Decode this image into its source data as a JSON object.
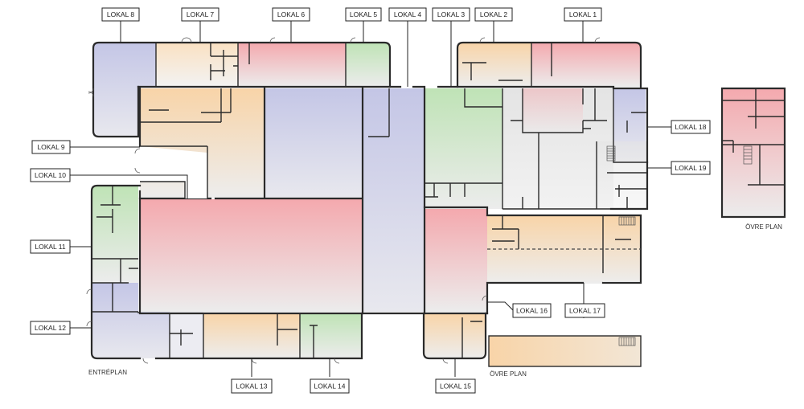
{
  "floors": {
    "entry": "ENTRÉPLAN",
    "upper_right": "ÖVRE PLAN",
    "upper_bottom": "ÖVRE PLAN"
  },
  "units": [
    {
      "id": "lokal-1",
      "label": "LOKAL 1",
      "color": "red"
    },
    {
      "id": "lokal-2",
      "label": "LOKAL 2",
      "color": "orange"
    },
    {
      "id": "lokal-3",
      "label": "LOKAL 3",
      "color": "green"
    },
    {
      "id": "lokal-4",
      "label": "LOKAL 4",
      "color": "blue"
    },
    {
      "id": "lokal-5",
      "label": "LOKAL 5",
      "color": "green"
    },
    {
      "id": "lokal-6",
      "label": "LOKAL 6",
      "color": "red"
    },
    {
      "id": "lokal-7",
      "label": "LOKAL 7",
      "color": "orange"
    },
    {
      "id": "lokal-8",
      "label": "LOKAL 8",
      "color": "blue"
    },
    {
      "id": "lokal-9",
      "label": "LOKAL 9",
      "color": "orange"
    },
    {
      "id": "lokal-10",
      "label": "LOKAL 10",
      "color": "red"
    },
    {
      "id": "lokal-11",
      "label": "LOKAL 11",
      "color": "green"
    },
    {
      "id": "lokal-12",
      "label": "LOKAL 12",
      "color": "blue"
    },
    {
      "id": "lokal-13",
      "label": "LOKAL 13",
      "color": "orange"
    },
    {
      "id": "lokal-14",
      "label": "LOKAL 14",
      "color": "green"
    },
    {
      "id": "lokal-15",
      "label": "LOKAL 15",
      "color": "orange"
    },
    {
      "id": "lokal-16",
      "label": "LOKAL 16",
      "color": "orange"
    },
    {
      "id": "lokal-17",
      "label": "LOKAL 17",
      "color": "orange"
    },
    {
      "id": "lokal-18",
      "label": "LOKAL 18",
      "color": "blue"
    },
    {
      "id": "lokal-19",
      "label": "LOKAL 19",
      "color": "gray"
    }
  ],
  "colors": {
    "red": "#f4a9ae",
    "orange": "#f8d4a8",
    "green": "#bfe3b6",
    "blue": "#c4c6e6",
    "gray": "#dcdcdc",
    "fade": "#eeeeee",
    "wall": "#2a2a2a"
  }
}
